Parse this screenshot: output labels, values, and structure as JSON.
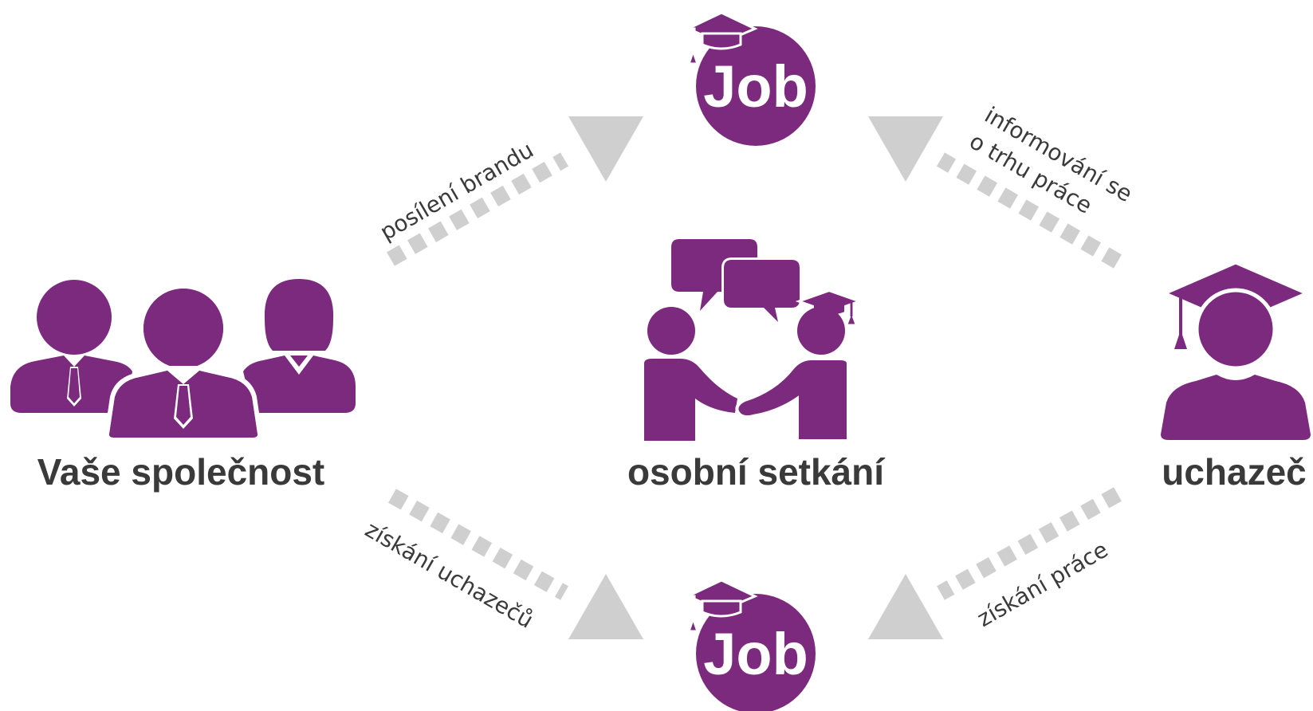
{
  "colors": {
    "primary": "#7b2a7d",
    "text": "#3a3a3a",
    "arrow": "#cfcfcf",
    "background": "#ffffff"
  },
  "nodes": {
    "company": {
      "label": "Vaše společnost",
      "icon": "business-team-icon"
    },
    "meeting": {
      "label": "osobní setkání",
      "icon": "handshake-chat-icon"
    },
    "candidate": {
      "label": "uchazeč",
      "icon": "graduate-icon"
    },
    "job_top": {
      "label": "Job",
      "icon": "job-badge-icon"
    },
    "job_bottom": {
      "label": "Job",
      "icon": "job-badge-icon"
    }
  },
  "edges": {
    "top_left": {
      "lines": [
        "posílení brandu"
      ]
    },
    "top_right": {
      "lines": [
        "informování se",
        "o trhu práce"
      ]
    },
    "bottom_left": {
      "lines": [
        "získání uchazečů"
      ]
    },
    "bottom_right": {
      "lines": [
        "získání práce"
      ]
    }
  }
}
